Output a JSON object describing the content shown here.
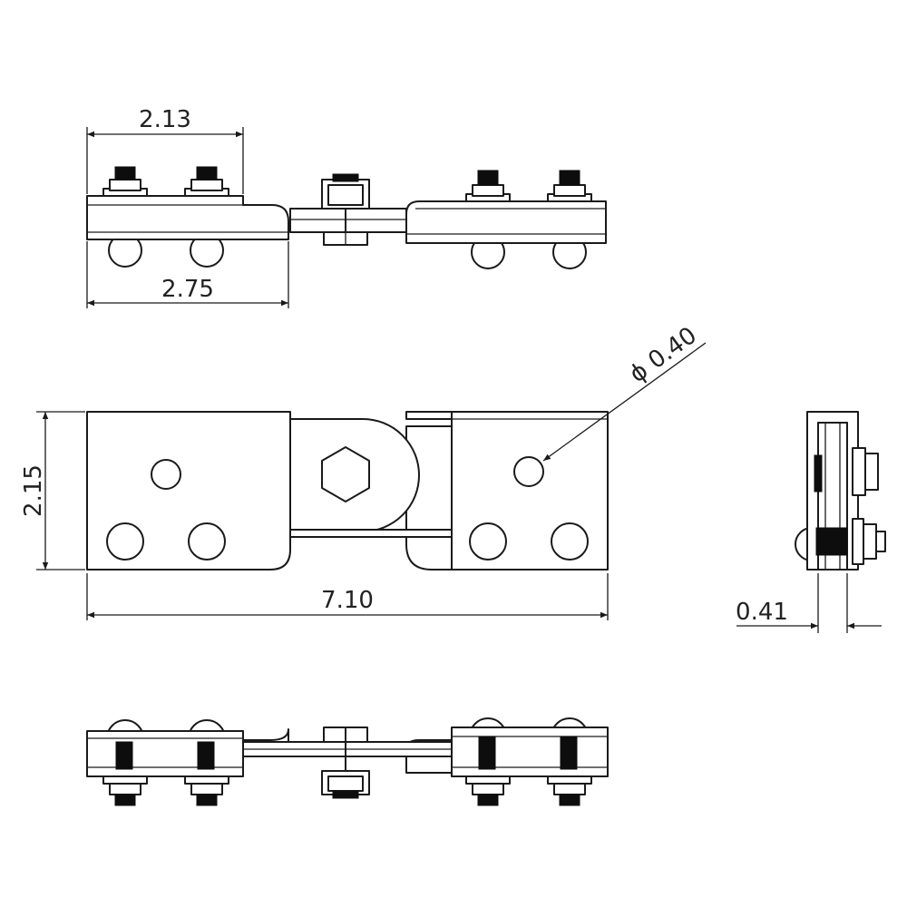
{
  "drawing": {
    "dimensions": {
      "top_bolt_spacing": "2.13",
      "top_plate_length": "2.75",
      "diameter_symbol": "ϕ",
      "hole_diameter": "0.40",
      "height": "2.15",
      "overall_length": "7.10",
      "thickness": "0.41"
    },
    "colors": {
      "line": "#1a1a1a",
      "fill": "#ffffff",
      "text": "#222222"
    }
  }
}
